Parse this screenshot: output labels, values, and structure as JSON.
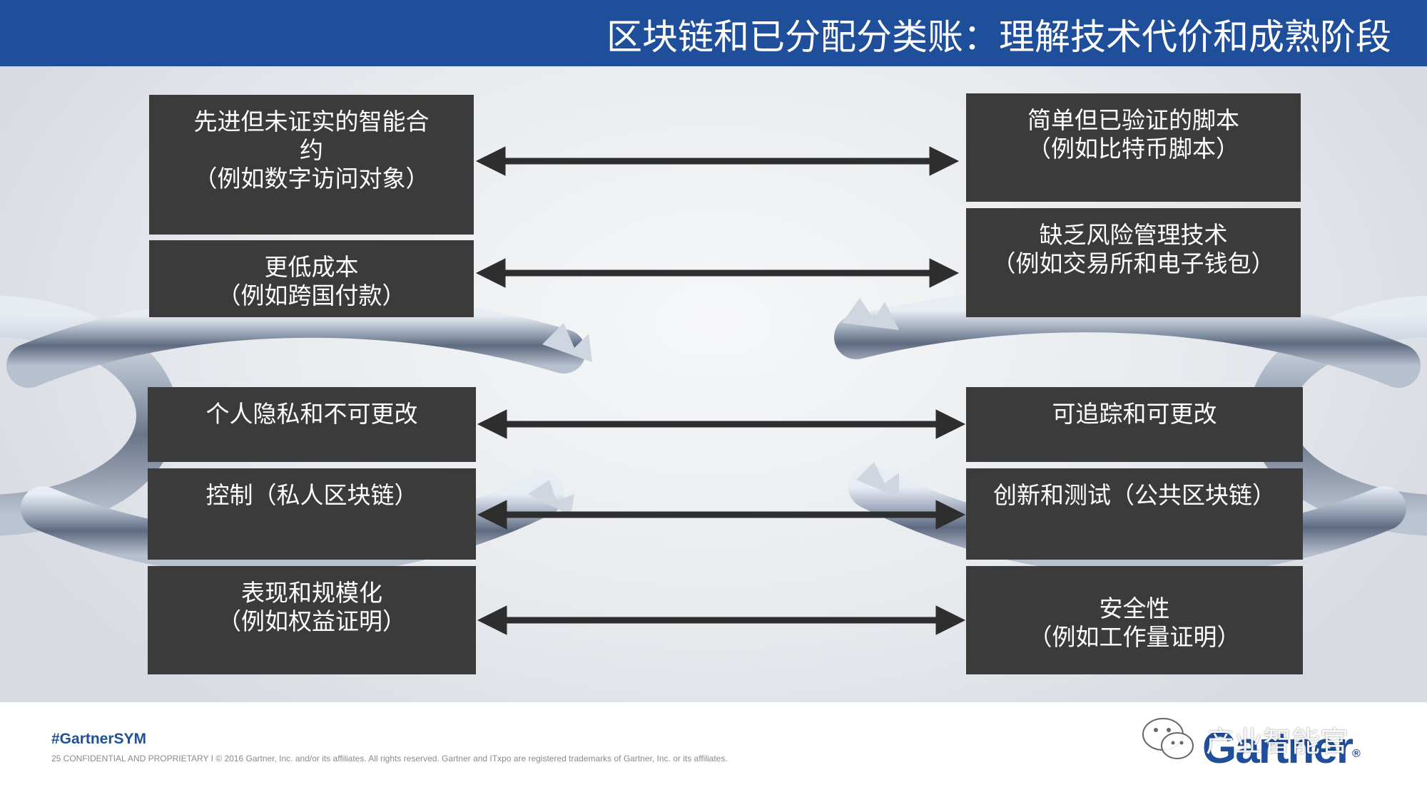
{
  "header": {
    "title": "区块链和已分配分类账：理解技术代价和成熟阶段"
  },
  "left_boxes": [
    {
      "lines": [
        "先进但未证实的智能合",
        "约",
        "（例如数字访问对象）"
      ]
    },
    {
      "lines": [
        "更低成本",
        "（例如跨国付款）"
      ]
    },
    {
      "lines": [
        "个人隐私和不可更改"
      ]
    },
    {
      "lines": [
        "控制（私人区块链）"
      ]
    },
    {
      "lines": [
        "表现和规模化",
        "（例如权益证明）"
      ]
    }
  ],
  "right_boxes": [
    {
      "lines": [
        "简单但已验证的脚本",
        "（例如比特币脚本）"
      ]
    },
    {
      "lines": [
        "缺乏风险管理技术",
        "（例如交易所和电子钱包）"
      ]
    },
    {
      "lines": [
        "可追踪和可更改"
      ]
    },
    {
      "lines": [
        "创新和测试（公共区块链）"
      ]
    },
    {
      "lines": [
        "安全性",
        "（例如工作量证明）"
      ]
    }
  ],
  "footer": {
    "hashtag": "#GartnerSYM",
    "legal": "25   CONFIDENTIAL AND PROPRIETARY  I  © 2016 Gartner, Inc. and/or its affiliates. All rights reserved. Gartner and ITxpo are registered trademarks of Gartner, Inc. or its affiliates.",
    "logo_text": "Gartner",
    "logo_mark": "®",
    "watermark": "产业智能官"
  },
  "colors": {
    "header_bg": "#1f4e9a",
    "box_bg": "#3b3b3b",
    "arrow": "#2e2e2e",
    "brand": "#1f4e9a"
  }
}
